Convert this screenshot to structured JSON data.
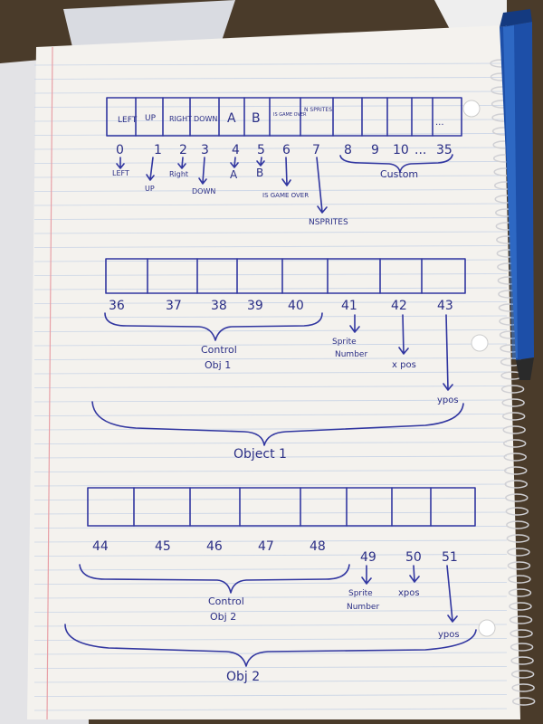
{
  "row1": {
    "cells": [
      "LEFT",
      "UP",
      "RIGHT",
      "DOWN",
      "A",
      "B",
      "IS GAME OVER",
      "N SPRITES",
      "",
      "",
      "",
      "",
      "..."
    ],
    "indices": [
      "0",
      "1",
      "2",
      "3",
      "4",
      "5",
      "6",
      "7",
      "8",
      "9",
      "10",
      "...",
      "35"
    ],
    "labels": {
      "left": "LEFT",
      "up": "UP",
      "right": "Right",
      "down": "DOWN",
      "a": "A",
      "b": "B",
      "game_over": "IS GAME OVER",
      "nsprites": "NSPRITES",
      "custom": "Custom"
    }
  },
  "row2": {
    "cells": [
      "",
      "",
      "",
      "",
      "",
      "",
      "",
      ""
    ],
    "indices": [
      "36",
      "37",
      "38",
      "39",
      "40",
      "41",
      "42",
      "43"
    ],
    "labels": {
      "control": "Control",
      "control_obj": "Obj 1",
      "sprite": "Sprite",
      "sprite_number": "Number",
      "xpos": "x pos",
      "ypos": "ypos",
      "object": "Object 1"
    }
  },
  "row3": {
    "cells": [
      "",
      "",
      "",
      "",
      "",
      "",
      "",
      ""
    ],
    "indices": [
      "44",
      "45",
      "46",
      "47",
      "48",
      "49",
      "50",
      "51"
    ],
    "labels": {
      "control": "Control",
      "control_obj": "Obj 2",
      "sprite": "Sprite",
      "sprite_number": "Number",
      "xpos": "xpos",
      "ypos": "ypos",
      "object": "Obj 2"
    }
  },
  "colors": {
    "ink": "#2f3494",
    "paper": "#f4f2ee",
    "rule": "#c9d4e6",
    "margin": "#e8a0a6",
    "pen_body": "#1d4fa8",
    "background": "#4a3b2a"
  }
}
